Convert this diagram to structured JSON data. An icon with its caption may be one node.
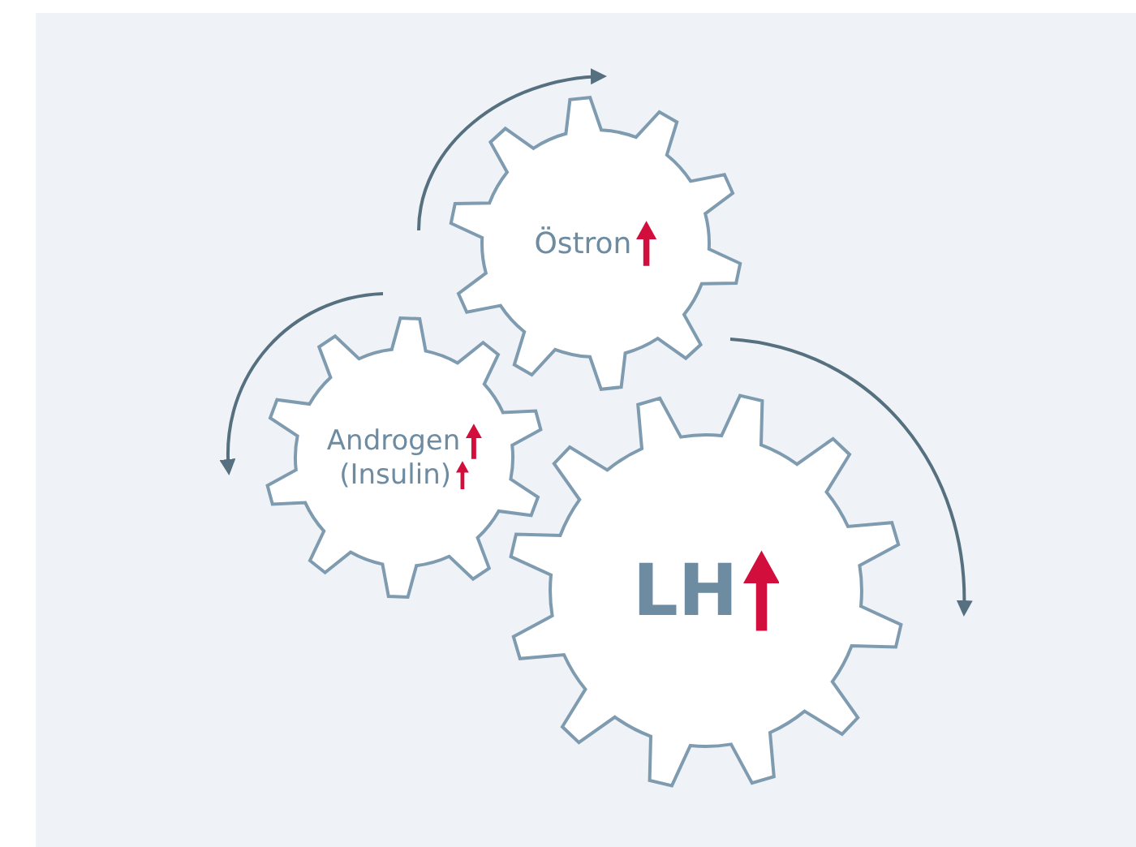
{
  "diagram": {
    "nodes": [
      {
        "text": [
          "Östron"
        ]
      },
      {
        "text": [
          "Androgen",
          "(Insulin)"
        ]
      },
      {
        "text": [
          "LH"
        ]
      }
    ]
  }
}
